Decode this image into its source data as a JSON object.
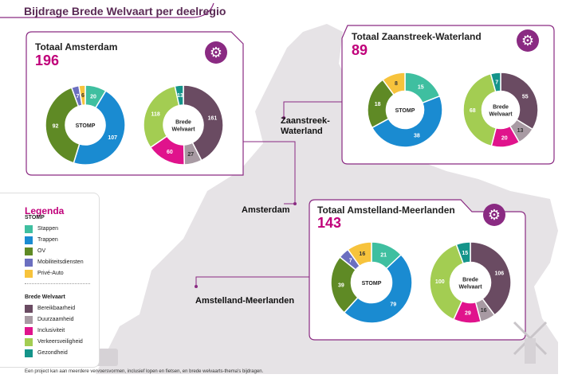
{
  "title": "Bijdrage Brede Welvaart per deelregio",
  "colors": {
    "stappen": "#3fbfa0",
    "trappen": "#1a8bd1",
    "ov": "#5f8a25",
    "mobiliteit": "#6b6fc0",
    "prive_auto": "#f7c33c",
    "bereikbaarheid": "#6a4b62",
    "duurzaamheid": "#a89aa3",
    "inclusiviteit": "#e0138c",
    "verkeersveiligheid": "#a3cd52",
    "gezondheid": "#14948a"
  },
  "panels": [
    {
      "name": "Totaal Amsterdam",
      "total": "196",
      "stomp_label": "STOMP",
      "bw_label_1": "Brede",
      "bw_label_2": "Welvaart",
      "stomp": {
        "stappen": 20,
        "trappen": 107,
        "ov": 92,
        "mobiliteit": 7,
        "prive_auto": 6
      },
      "bw": {
        "bereikbaarheid": 161,
        "duurzaamheid": 27,
        "inclusiviteit": 60,
        "verkeersveiligheid": 118,
        "gezondheid": 13
      }
    },
    {
      "name": "Totaal Zaanstreek-Waterland",
      "total": "89",
      "stomp_label": "STOMP",
      "bw_label_1": "Brede",
      "bw_label_2": "Welvaart",
      "stomp": {
        "stappen": 15,
        "trappen": 38,
        "ov": 18,
        "mobiliteit": 0,
        "prive_auto": 8
      },
      "bw": {
        "bereikbaarheid": 55,
        "duurzaamheid": 13,
        "inclusiviteit": 20,
        "verkeersveiligheid": 68,
        "gezondheid": 7
      }
    },
    {
      "name": "Totaal Amstelland-Meerlanden",
      "total": "143",
      "stomp_label": "STOMP",
      "bw_label_1": "Brede",
      "bw_label_2": "Welvaart",
      "stomp": {
        "stappen": 21,
        "trappen": 79,
        "ov": 39,
        "mobiliteit": 7,
        "prive_auto": 16
      },
      "bw": {
        "bereikbaarheid": 106,
        "duurzaamheid": 16,
        "inclusiviteit": 29,
        "verkeersveiligheid": 100,
        "gezondheid": 15
      }
    }
  ],
  "regions": {
    "zaanstreek_1": "Zaanstreek-",
    "zaanstreek_2": "Waterland",
    "amsterdam": "Amsterdam",
    "amstelland": "Amstelland-Meerlanden"
  },
  "legend": {
    "title": "Legenda",
    "stomp_header": "STOMP",
    "stomp_items": [
      "Stappen",
      "Trappen",
      "OV",
      "Mobiliteitsdiensten",
      "Privé-Auto"
    ],
    "bw_header": "Brede Welvaart",
    "bw_items": [
      "Bereikbaarheid",
      "Duurzaamheid",
      "Inclusiviteit",
      "Verkeersveiligheid",
      "Gezondheid"
    ]
  },
  "footnote": "Een project kan aan meerdere vervoersvormen, inclusief lopen en fietsen, en brede welvaarts-thema's bijdragen.",
  "gear_icon": "gear-icon"
}
